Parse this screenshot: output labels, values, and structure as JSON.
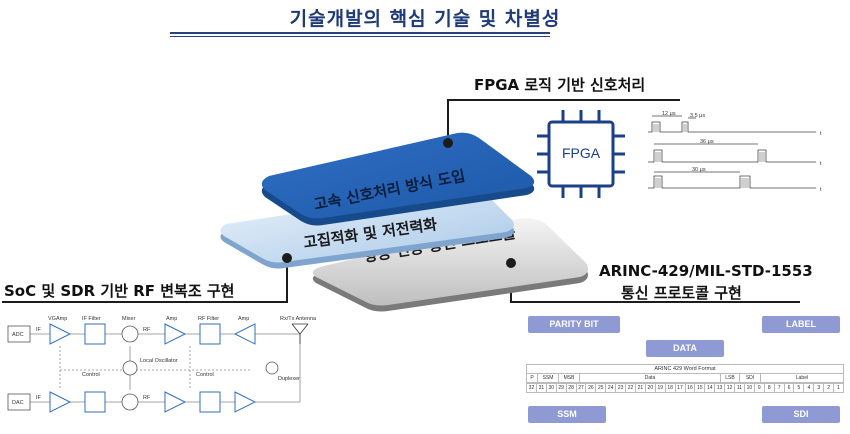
{
  "title": "기술개발의 핵심 기술 및 차별성",
  "fpga": {
    "heading": "FPGA 로직 기반 신호처리",
    "chip_label": "FPGA",
    "timing": {
      "row1": {
        "t1": "12 μs",
        "t2": "3.5 μs",
        "axis": "t"
      },
      "row2": {
        "t1": "36 μs",
        "axis": "t"
      },
      "row3": {
        "t1": "30 μs",
        "axis": "t"
      }
    }
  },
  "layers": {
    "top": "고속 신호처리 방식 도입",
    "middle": "고집적화 및 저전력화",
    "bottom": "항공 전용 통신 프로토콜"
  },
  "soc": {
    "heading": "SoC 및 SDR 기반 RF 변복조 구현",
    "labels": {
      "adc": "ADC",
      "dac": "DAC",
      "vgamp": "VGAmp",
      "if_filter": "IF Filter",
      "mixer": "Mixer",
      "amp1": "Amp",
      "rf_filter": "RF Filter",
      "amp2": "Amp",
      "antenna": "Rx/Tx Antenna",
      "local_osc": "Local Oscillator",
      "control": "Control",
      "duplexer": "Duplexer",
      "if": "IF",
      "rf": "RF"
    }
  },
  "arinc": {
    "heading_line1": "ARINC-429/MIL-STD-1553",
    "heading_line2": "통신 프로토콜 구현",
    "parity": "PARITY BIT",
    "label": "LABEL",
    "data": "DATA",
    "ssm": "SSM",
    "sdi": "SDI",
    "table_title": "ARINC 429 Word Format",
    "table_fields": [
      "P",
      "SSM",
      "MSB",
      "Data",
      "LSB",
      "SDI",
      "Label"
    ],
    "bit_numbers": [
      "32",
      "31",
      "30",
      "29",
      "28",
      "27",
      "26",
      "25",
      "24",
      "23",
      "22",
      "21",
      "20",
      "19",
      "18",
      "17",
      "16",
      "15",
      "14",
      "13",
      "12",
      "11",
      "10",
      "9",
      "8",
      "7",
      "6",
      "5",
      "4",
      "3",
      "2",
      "1"
    ]
  }
}
